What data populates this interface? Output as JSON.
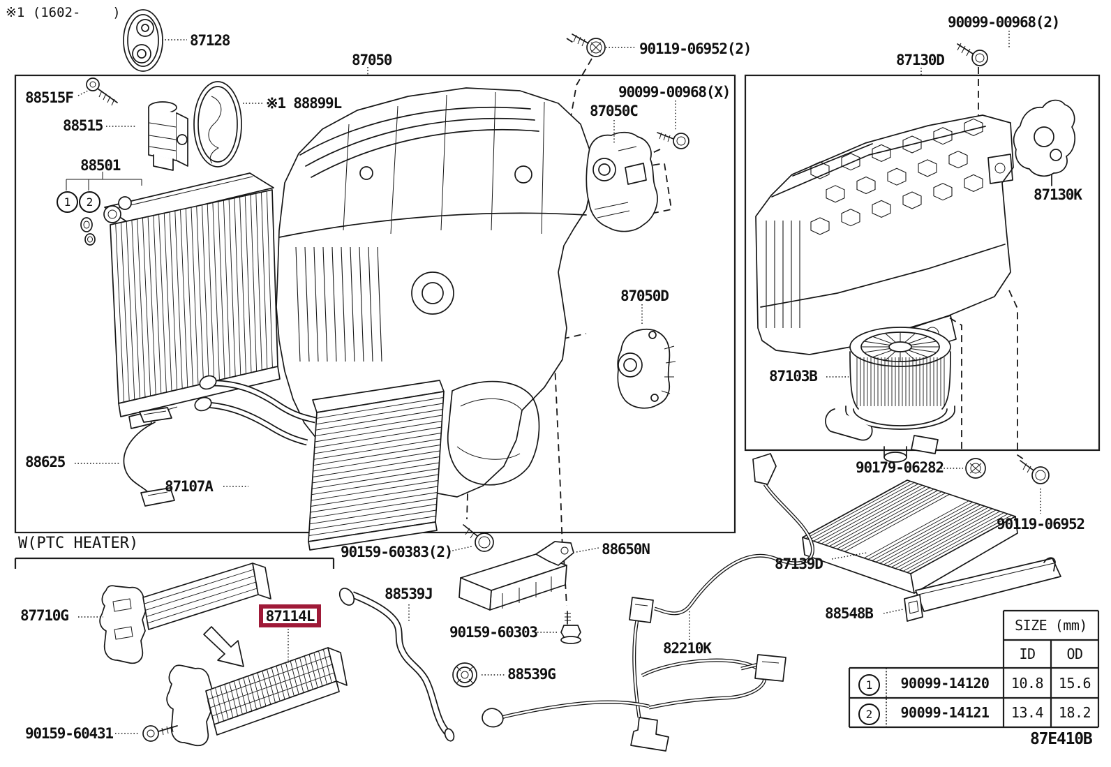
{
  "meta": {
    "remark": "※1 (1602-    )",
    "diagram_code": "87E410B",
    "colors": {
      "highlight_box": "#9F1A38",
      "line": "#161616",
      "background": "#ffffff"
    }
  },
  "sections": {
    "main_assembly": "87050",
    "right_assembly": "87130D",
    "ptc_header": "W(PTC HEATER)"
  },
  "labels": {
    "l87128": "87128",
    "l88515F": "88515F",
    "l88515": "88515",
    "l88899L": "※1 88899L",
    "l88501": "88501",
    "l90119_06952_top": "90119-06952(2)",
    "l90099_00968_X": "90099-00968(X)",
    "l87050C": "87050C",
    "l90099_00968_2": "90099-00968(2)",
    "l87130K": "87130K",
    "l87050D": "87050D",
    "l87103B": "87103B",
    "l88625": "88625",
    "l87107A": "87107A",
    "l90179_06282": "90179-06282",
    "l90119_06952_br": "90119-06952",
    "l87139D": "87139D",
    "l88548B": "88548B",
    "l87710G": "87710G",
    "l87114L": "87114L",
    "l90159_60431": "90159-60431",
    "l90159_60383": "90159-60383(2)",
    "l88650N": "88650N",
    "l88539J": "88539J",
    "l90159_60303": "90159-60303",
    "l88539G": "88539G",
    "l82210K": "82210K",
    "callout1": "1",
    "callout2": "2"
  },
  "size_table": {
    "title": "SIZE (mm)",
    "col_id": "ID",
    "col_od": "OD",
    "rows": [
      {
        "callout": "1",
        "part": "90099-14120",
        "id": "10.8",
        "od": "15.6"
      },
      {
        "callout": "2",
        "part": "90099-14121",
        "id": "13.4",
        "od": "18.2"
      }
    ]
  }
}
